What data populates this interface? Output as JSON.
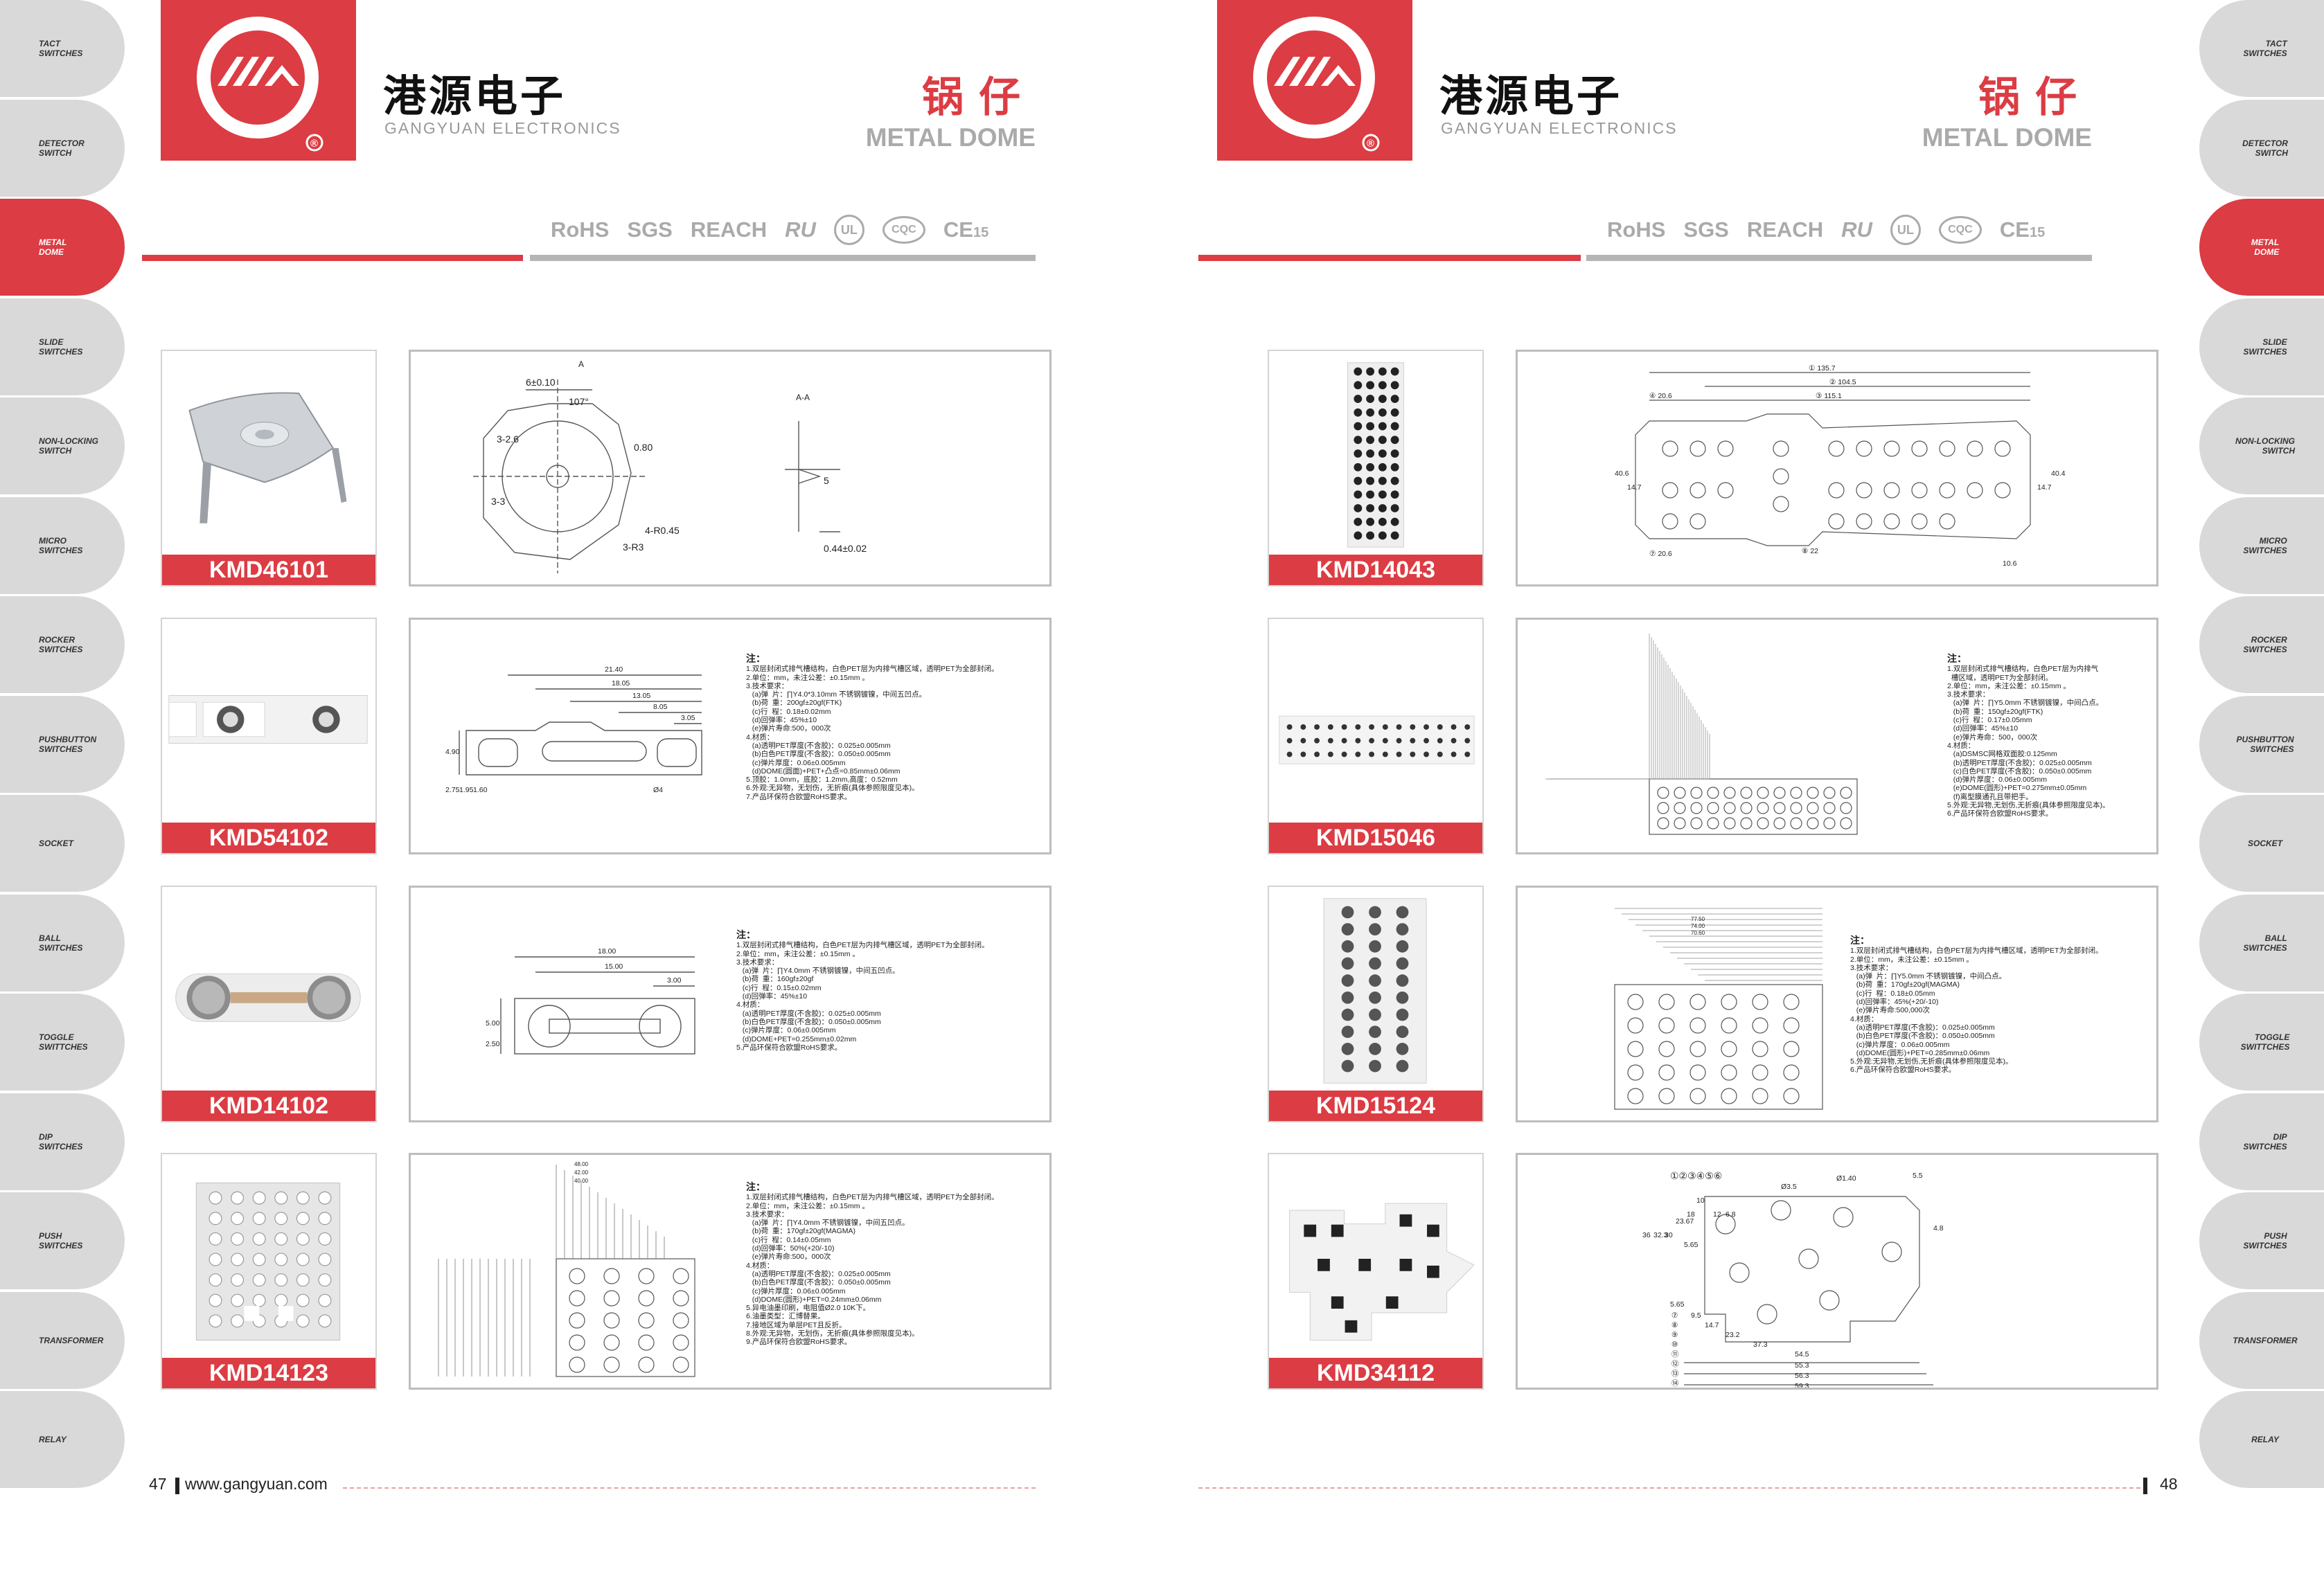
{
  "tabs": [
    {
      "label": "TACT\nSWITCHES"
    },
    {
      "label": "DETECTOR\nSWITCH"
    },
    {
      "label": "METAL\nDOME"
    },
    {
      "label": "SLIDE\nSWITCHES"
    },
    {
      "label": "NON-LOCKING\nSWITCH"
    },
    {
      "label": "MICRO\nSWITCHES"
    },
    {
      "label": "ROCKER\nSWITCHES"
    },
    {
      "label": "PUSHBUTTON\nSWITCHES"
    },
    {
      "label": "SOCKET"
    },
    {
      "label": "BALL\nSWITCHES"
    },
    {
      "label": "TOGGLE\nSWITTCHES"
    },
    {
      "label": "DIP\nSWITCHES"
    },
    {
      "label": "PUSH\nSWITCHES"
    },
    {
      "label": "TRANSFORMER"
    },
    {
      "label": "RELAY"
    }
  ],
  "active_tab": "METAL\nDOME",
  "brand": {
    "cn": "港源电子",
    "en": "GANGYUAN  ELECTRONICS",
    "registered": "®"
  },
  "section": {
    "cn": "锅仔",
    "en": "METAL DOME"
  },
  "certs": {
    "rohs": "RoHS",
    "sgs": "SGS",
    "reach": "REACH",
    "ru": "RU",
    "ul": "UL",
    "cqc": "CQC",
    "ce": "CE",
    "ce_num": "15"
  },
  "colors": {
    "brand_red": "#dc3c43",
    "tab_gray": "#d9d9d9",
    "bar_gray": "#b5b5b5"
  },
  "notes_title": "注：",
  "left_page": {
    "page_number": "47",
    "url": "www.gangyuan.com",
    "products": [
      {
        "code": "KMD46101",
        "dims": {
          "d1": "6±0.10",
          "d2": "107°",
          "d3": "3-2.6",
          "d4": "0.80",
          "d5": "3-3",
          "d6": "4-R0.45",
          "d7": "3-R3",
          "d8": "5",
          "d9": "0.44±0.02",
          "s1": "A",
          "s2": "A-A"
        }
      },
      {
        "code": "KMD54102",
        "dims": {
          "w1": "21.40",
          "w2": "18.05",
          "w3": "13.05",
          "w4": "8.05",
          "w5": "3.05",
          "h1": "4.90",
          "h2": "2.75",
          "h3": "1.95",
          "h4": "1.60",
          "dia": "Ø4"
        },
        "notes": [
          "1.双层封闭式排气槽结构，白色PET层为内排气槽区域，透明PET为全部封闭。",
          "2.单位：mm，未注公差：±0.15mm 。",
          "3.技术要求：",
          "   (a)弹  片：∏Y4.0*3.10mm 不锈钢镀镍，中间五凹点。",
          "   (b)荷  重：200gf±20gf(FTK)",
          "   (c)行  程：0.18±0.02mm",
          "   (d)回弹率：45%±10",
          "   (e)弹片寿命:500，000次",
          "4.材质：",
          "   (a)透明PET厚度(不含胶)：0.025±0.005mm",
          "   (b)白色PET厚度(不含胶)：0.050±0.005mm",
          "   (c)弹片厚度：0.06±0.005mm",
          "   (d)DOME(圆面)+PET+凸点=0.85mm±0.06mm",
          "5.顶胶：1.0mm，底胶：1.2mm,高度：0.52mm",
          "6.外观:无异物，无划伤，无折痕(具体参照限度见本)。",
          "7.产品环保符合欧盟RoHS要求。"
        ]
      },
      {
        "code": "KMD14102",
        "dims": {
          "w1": "18.00",
          "w2": "15.00",
          "w3": "3.00",
          "h1": "5.00",
          "h2": "2.50"
        },
        "notes": [
          "1.双层封闭式排气槽结构，白色PET层为内排气槽区域，透明PET为全部封闭。",
          "2.单位：mm，未注公差：±0.15mm 。",
          "3.技术要求：",
          "   (a)弹  片：∏Y4.0mm 不锈钢镀镍，中间五凹点。",
          "   (b)荷  重：160gf±20gf",
          "   (c)行  程：0.15±0.02mm",
          "   (d)回弹率：45%±10",
          "4.材质：",
          "   (a)透明PET厚度(不含胶)：0.025±0.005mm",
          "   (b)白色PET厚度(不含胶)：0.050±0.005mm",
          "   (c)弹片厚度：0.06±0.005mm",
          "   (d)DOME+PET=0.255mm±0.02mm",
          "5.产品环保符合欧盟RoHS要求。"
        ]
      },
      {
        "code": "KMD14123",
        "dims": {
          "t1": "48.00",
          "t2": "42.00",
          "t3": "40.00"
        },
        "notes": [
          "1.双层封闭式排气槽结构，白色PET层为内排气槽区域，透明PET为全部封闭。",
          "2.单位：mm，未注公差：±0.15mm 。",
          "3.技术要求：",
          "   (a)弹  片：∏Y4.0mm 不锈钢镀镍，中间五凹点。",
          "   (b)荷  重：170gf±20gf(MAGMA)",
          "   (c)行  程：0.14±0.05mm",
          "   (d)回弹率：50%(+20/-10)",
          "   (e)弹片寿命:500，000次",
          "4.材质：",
          "   (a)透明PET厚度(不含胶)：0.025±0.005mm",
          "   (b)白色PET厚度(不含胶)：0.050±0.005mm",
          "   (c)弹片厚度：0.06±0.005mm",
          "   (d)DOME(圆形)+PET=0.24mm±0.06mm",
          "5.异电油墨印刷，电阻值Ø2.0 10K下。",
          "6.油墨类型：汇博替果。",
          "7.接地区域为单层PET且反折。",
          "8.外观:无异物，无划伤，无折痕(具体参照限度见本)。",
          "9.产品环保符合欧盟RoHS要求。"
        ]
      }
    ]
  },
  "right_page": {
    "page_number": "48",
    "products": [
      {
        "code": "KMD14043",
        "dims": {
          "w1": "① 135.7",
          "w2": "② 104.5",
          "w3": "③ 115.1",
          "w4": "④ 20.6",
          "w5": "⑦ 20.6",
          "w6": "⑧ 22",
          "w7": "10.6",
          "h1": "40.6",
          "h2": "14.7",
          "h3": "14.7",
          "h4": "40.4"
        }
      },
      {
        "code": "KMD15046",
        "notes": [
          "1.双层封闭式排气槽结构，白色PET层为内排气",
          "  槽区域，透明PET为全部封闭。",
          "2.单位：mm，未注公差：±0.15mm 。",
          "3.技术要求：",
          "   (a)弹  片：∏Y5.0mm 不锈钢镀镍，中间凸点。",
          "   (b)荷  重：150gf±20gf(FTK)",
          "   (c)行  程：0.17±0.05mm",
          "   (d)回弹率：45%±10",
          "   (e)弹片寿命：500，000次",
          "4.材质：",
          "   (a)DSMSC网格双面胶:0.125mm",
          "   (b)透明PET厚度(不含胶)：0.025±0.005mm",
          "   (c)白色PET厚度(不含胶)：0.050±0.005mm",
          "   (d)弹片厚度：0.06±0.005mm",
          "   (e)DOME(圆形)+PET=0.275mm±0.05mm",
          "   (f)离型膜通孔且带把手。",
          "5.外观:无异物,无划伤,无折痕(具体参照限度见本)。",
          "6.产品环保符合欧盟RoHS要求。"
        ]
      },
      {
        "code": "KMD15124",
        "dims": {
          "t1": "77.50",
          "t2": "74.00",
          "t3": "70.60"
        },
        "notes": [
          "1.双层封闭式排气槽结构，白色PET层为内排气槽区域，透明PET为全部封闭。",
          "2.单位：mm，未注公差：±0.15mm 。",
          "3.技术要求：",
          "   (a)弹  片：∏Y5.0mm 不锈钢镀镍，中间凸点。",
          "   (b)荷  重：170gf±20gf(MAGMA)",
          "   (c)行  程：0.18±0.05mm",
          "   (d)回弹率：45%(+20/-10)",
          "   (e)弹片寿命:500,000次",
          "4.材质：",
          "   (a)透明PET厚度(不含胶)：0.025±0.005mm",
          "   (b)白色PET厚度(不含胶)：0.050±0.005mm",
          "   (c)弹片厚度：0.06±0.005mm",
          "   (d)DOME(圆形)+PET=0.285mm±0.06mm",
          "5.外观:无异物,无划伤,无折痕(具体参照限度见本)。",
          "6.产品环保符合欧盟RoHS要求。"
        ]
      },
      {
        "code": "KMD34112",
        "dims": {
          "circles": "①②③④⑤⑥",
          "dia1": "Ø1.40",
          "dia2": "Ø3.5",
          "v1": "5.5",
          "v2": "4.8",
          "h1": "36",
          "h2": "32.3",
          "h3": "30",
          "h4": "23.67",
          "h5": "18",
          "h6": "10",
          "h7": "12",
          "h8": "6.8",
          "h9": "5.65",
          "h10": "5.65",
          "b1": "9.5",
          "b2": "14.7",
          "b3": "23.2",
          "b4": "37.3",
          "b5": "54.5",
          "b6": "55.3",
          "b7": "56.3",
          "b8": "59.3",
          "c7": "⑦",
          "c8": "⑧",
          "c9": "⑨",
          "c10": "⑩",
          "c11": "⑪",
          "c12": "⑫",
          "c13": "⑬",
          "c14": "⑭"
        }
      }
    ]
  }
}
